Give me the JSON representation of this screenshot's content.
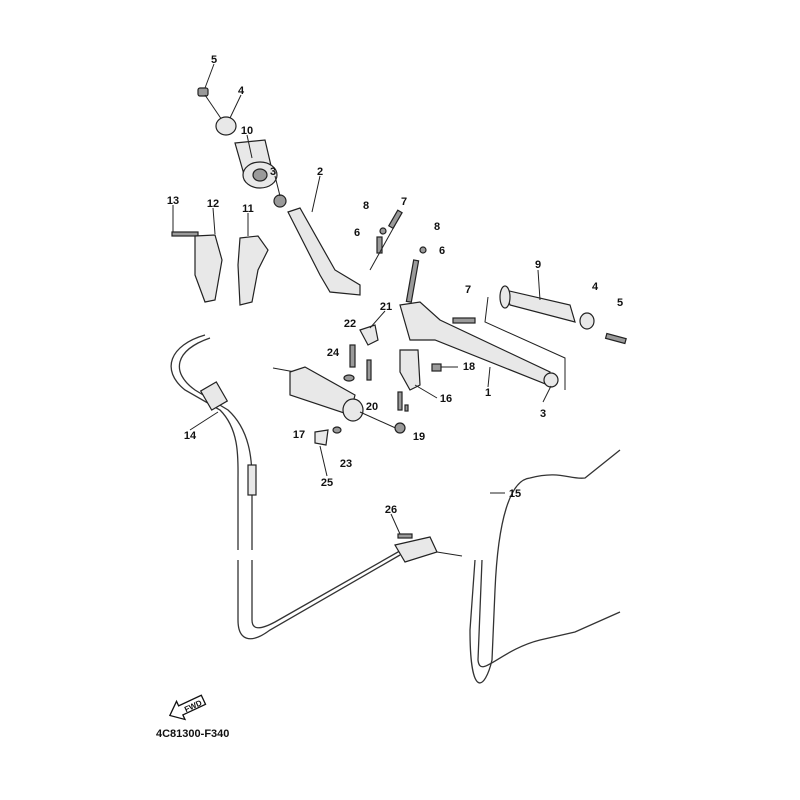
{
  "diagram": {
    "part_code": "4C81300-F340",
    "fwd_label": "FWD",
    "callouts": [
      "5",
      "4",
      "10",
      "3",
      "2",
      "8",
      "7",
      "6",
      "8",
      "6",
      "13",
      "12",
      "11",
      "21",
      "22",
      "24",
      "18",
      "16",
      "1",
      "3",
      "20",
      "19",
      "17",
      "23",
      "25",
      "14",
      "15",
      "9",
      "4",
      "5",
      "7",
      "26"
    ]
  }
}
